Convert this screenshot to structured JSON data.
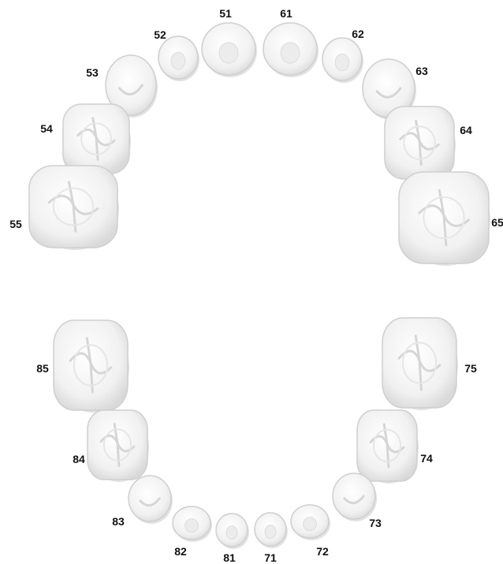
{
  "diagram": {
    "tooth_color": "#f3f3f3",
    "tooth_outline": "#cfcfcf",
    "fissure_color": "#d6d6d6",
    "label_color": "#111111",
    "upper_arch": [
      {
        "number": "51",
        "kind": "incisor"
      },
      {
        "number": "61",
        "kind": "incisor"
      },
      {
        "number": "52",
        "kind": "incisor"
      },
      {
        "number": "62",
        "kind": "incisor"
      },
      {
        "number": "53",
        "kind": "canine"
      },
      {
        "number": "63",
        "kind": "canine"
      },
      {
        "number": "54",
        "kind": "first-molar"
      },
      {
        "number": "64",
        "kind": "first-molar"
      },
      {
        "number": "55",
        "kind": "second-molar"
      },
      {
        "number": "65",
        "kind": "second-molar"
      }
    ],
    "lower_arch": [
      {
        "number": "85",
        "kind": "second-molar"
      },
      {
        "number": "75",
        "kind": "second-molar"
      },
      {
        "number": "84",
        "kind": "first-molar"
      },
      {
        "number": "74",
        "kind": "first-molar"
      },
      {
        "number": "83",
        "kind": "canine"
      },
      {
        "number": "73",
        "kind": "canine"
      },
      {
        "number": "82",
        "kind": "incisor"
      },
      {
        "number": "72",
        "kind": "incisor"
      },
      {
        "number": "81",
        "kind": "incisor"
      },
      {
        "number": "71",
        "kind": "incisor"
      }
    ]
  }
}
